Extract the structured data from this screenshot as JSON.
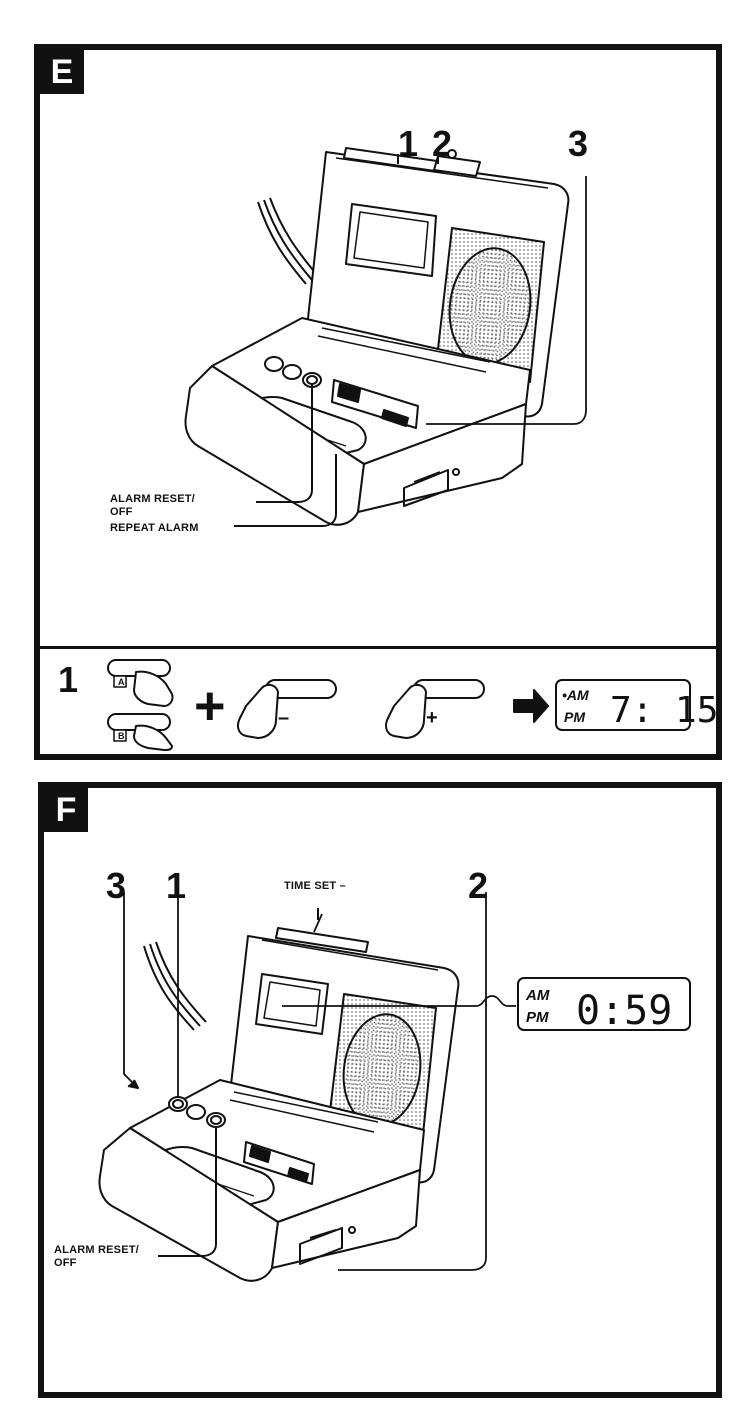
{
  "panel_e": {
    "badge": "E",
    "callouts": [
      "1",
      "2",
      "3"
    ],
    "labels": {
      "alarm_reset_off": "ALARM RESET/\nOFF",
      "repeat_alarm": "REPEAT ALARM"
    },
    "step": {
      "number": "1",
      "key_a": "A",
      "key_b": "B",
      "plus_sign": "+",
      "minus_key": "–",
      "plus_key": "+",
      "display": {
        "am": "•AM",
        "pm": "PM",
        "time": "7: 15"
      }
    }
  },
  "panel_f": {
    "badge": "F",
    "callouts": [
      "3",
      "1",
      "2"
    ],
    "labels": {
      "time_set": "TIME SET –",
      "alarm_reset_off": "ALARM RESET/\nOFF"
    },
    "display": {
      "am": "AM",
      "pm": "PM",
      "time": "0:59"
    }
  },
  "colors": {
    "ink": "#111111",
    "paper": "#ffffff",
    "speaker_dots": "#555555"
  }
}
